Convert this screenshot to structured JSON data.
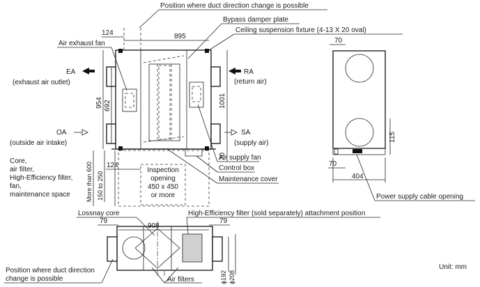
{
  "labels": {
    "duct_change_top": "Position where duct direction change is possible",
    "bypass_damper": "Bypass damper plate",
    "ceiling_fixture": "Ceiling suspension fixture (4-13 X 20 oval)",
    "air_exhaust_fan": "Air exhaust fan",
    "ea": "EA",
    "ea_desc": "(exhaust air outlet)",
    "ra": "RA",
    "ra_desc": "(return air)",
    "oa": "OA",
    "oa_desc": "(outside air intake)",
    "sa": "SA",
    "sa_desc": "(supply air)",
    "core_space_1": "Core,",
    "core_space_2": "air filter,",
    "core_space_3": "High-Efficiency filter,",
    "core_space_4": "fan,",
    "core_space_5": "maintenance space",
    "inspection_1": "Inspection",
    "inspection_2": "opening",
    "inspection_3": "450 x 450",
    "inspection_4": "or more",
    "air_supply_fan": "Air supply fan",
    "control_box": "Control box",
    "maintenance_cover": "Maintenance cover",
    "power_cable": "Power supply cable opening",
    "lossnay_core": "Lossnay core",
    "he_filter": "High-Efficiency filter (sold separately) attachment position",
    "duct_change_bottom_1": "Position where duct direction",
    "duct_change_bottom_2": "change is possible",
    "air_filters": "Air filters",
    "unit": "Unit: mm"
  },
  "dimensions": {
    "d124_top": "124",
    "d895": "895",
    "d954": "954",
    "d692": "692",
    "d1001": "1001",
    "d20": "20",
    "d_more600": "More than 600",
    "d150_250": "150 to 250",
    "d124_bottom": "124",
    "d70_top": "70",
    "d70_bottom": "70",
    "d115": "115",
    "d404": "404",
    "d79_left": "79",
    "d908": "908",
    "d79_right": "79",
    "d192": "ϕ192",
    "d208": "ϕ208"
  },
  "colors": {
    "line": "#111111",
    "shade": "#d0d0d0",
    "background": "#ffffff"
  },
  "icons": [
    "arrow-left-filled-icon",
    "arrow-right-outline-icon"
  ]
}
